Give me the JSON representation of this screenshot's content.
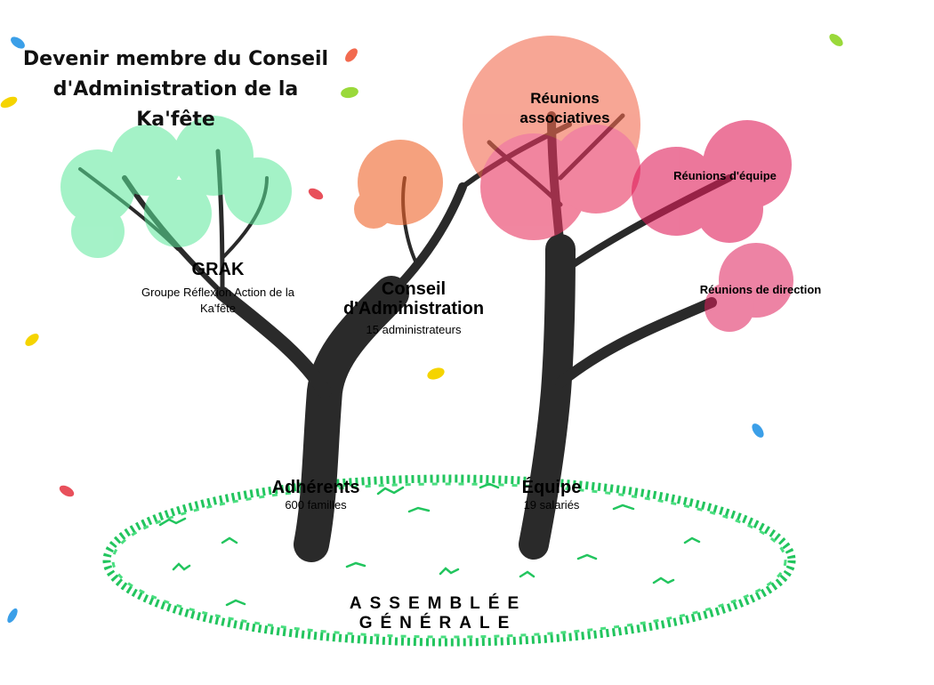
{
  "title": "Devenir membre du Conseil d'Administration de la Ka'fête",
  "nodes": {
    "grak": {
      "label": "GRAK",
      "sub": "Groupe Réflexion Action de la Ka'fête"
    },
    "conseil": {
      "label": "Conseil d'Administration",
      "sub": "15 administrateurs"
    },
    "reunions_associatives": {
      "label": "Réunions associatives"
    },
    "reunions_equipe": {
      "label": "Réunions d'équipe"
    },
    "reunions_direction": {
      "label": "Réunions de direction"
    },
    "adherents": {
      "label": "Adhérents",
      "sub": "600 familles"
    },
    "equipe": {
      "label": "Équipe",
      "sub": "19 salariés"
    }
  },
  "assemblee": {
    "label": "ASSEMBLÉE GÉNÉRALE"
  },
  "colors": {
    "grak_foliage": "#5be89a",
    "conseil_foliage": "#f0642a",
    "associatives_foliage": "#e83560",
    "equipe_foliage": "#e01e5a",
    "grass": "#22c55e",
    "trunk": "#2a2a2a"
  },
  "icons": [
    "leaf-icon"
  ]
}
